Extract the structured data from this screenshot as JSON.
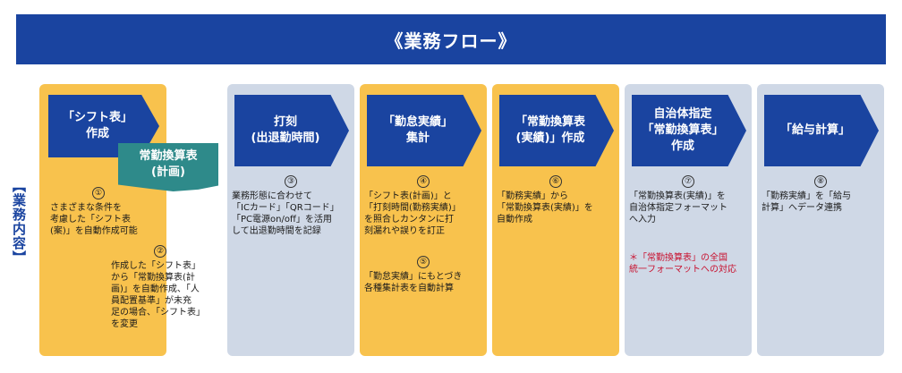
{
  "header": {
    "title": "《業務フロー》"
  },
  "side_label": "【業務内容】",
  "steps": [
    {
      "arrow": "「シフト表」\n作成",
      "sub": "常勤換算表\n(計画)"
    },
    {
      "arrow": "打刻\n(出退勤時間)"
    },
    {
      "arrow": "「勤怠実績」\n集計"
    },
    {
      "arrow": "「常勤換算表\n(実績)」作成"
    },
    {
      "arrow": "自治体指定\n「常勤換算表」\n作成"
    },
    {
      "arrow": "「給与計算」"
    }
  ],
  "items": [
    {
      "num": "①",
      "text": "さまざまな条件を\n考慮した「シフト表\n(案)」を自動作成可能"
    },
    {
      "num": "②",
      "text": "作成した「シフト表」\nから「常勤換算表(計\n画)」を自動作成、「人\n員配置基準」が未充\n足の場合、「シフト表」\nを変更"
    },
    {
      "num": "③",
      "text": "業務形態に合わせて\n「ICカード」「QRコード」\n「PC電源on/off」を活用\nして出退勤時間を記録"
    },
    {
      "num": "④",
      "text": "「シフト表(計画)」と\n「打刻時間(勤務実績)」\nを照合しカンタンに打\n刻漏れや誤りを訂正"
    },
    {
      "num": "⑤",
      "text": "「勤怠実績」にもとづき\n各種集計表を自動計算"
    },
    {
      "num": "⑥",
      "text": "「勤務実績」から\n「常勤換算表(実績)」を\n自動作成"
    },
    {
      "num": "⑦",
      "text": "「常勤換算表(実績)」を\n自治体指定フォーマット\nへ入力"
    },
    {
      "num": "⑧",
      "text": "「勤務実績」を「給与\n計算」へデータ連携"
    }
  ],
  "note": "＊「常勤換算表」の全国\n統一フォーマットへの対応",
  "colors": {
    "banner": "#1a44a0",
    "yellow": "#f8c24d",
    "gray": "#cfd8e6",
    "teal": "#2e8a8a",
    "note": "#c8102e"
  }
}
